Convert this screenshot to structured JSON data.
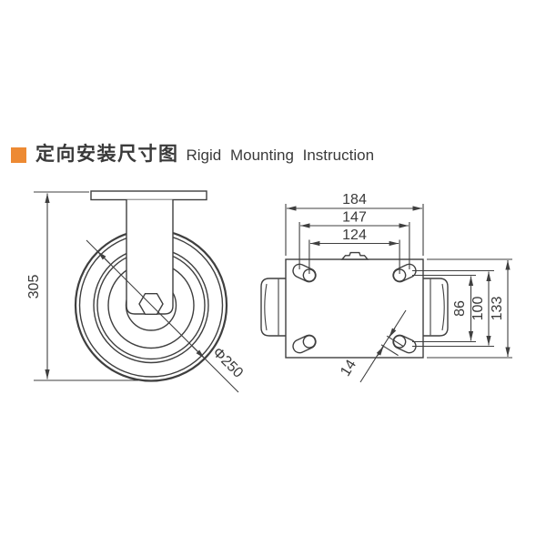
{
  "header": {
    "bullet_color": "#ED8A33",
    "title_zh": "定向安装尺寸图",
    "title_en": "Rigid Mounting Instruction"
  },
  "colors": {
    "accent_orange": "#ED8A33",
    "line": "#3F3F3F",
    "text": "#3A3A3A",
    "background": "#FFFFFF"
  },
  "side_view": {
    "overall_height": "305",
    "wheel_diameter": "Φ250"
  },
  "top_view": {
    "plate_length": "184",
    "hole_spacing_long_max": "147",
    "hole_spacing_long_min": "124",
    "hole_spacing_short_min": "86",
    "hole_spacing_short_max": "100",
    "plate_width": "133",
    "slot_width": "14"
  }
}
